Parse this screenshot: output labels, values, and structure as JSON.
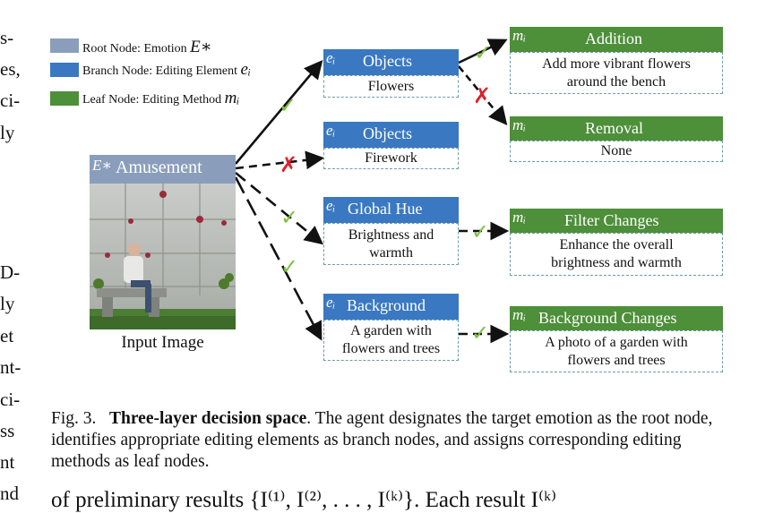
{
  "left_column": [
    "s-",
    "es,",
    "ci-",
    "ly",
    "D-",
    "ly",
    "et",
    "nt-",
    "ci-",
    "ss",
    "nt",
    "nd"
  ],
  "legend": [
    {
      "text": "Root Node: Emotion",
      "math": "E∗",
      "color": "#8a9ebb"
    },
    {
      "text": "Branch Node: Editing Element",
      "math": "eᵢ",
      "color": "#3a78c2"
    },
    {
      "text": "Leaf Node: Editing Method",
      "math": "mᵢ",
      "color": "#4e8f3a"
    }
  ],
  "root": {
    "symbol": "E∗",
    "label": "Amusement",
    "image_caption": "Input Image"
  },
  "branches": [
    {
      "symbol": "eᵢ",
      "label": "Objects",
      "content": "Flowers",
      "mark": "✓"
    },
    {
      "symbol": "eᵢ",
      "label": "Objects",
      "content": "Firework",
      "mark": "✗"
    },
    {
      "symbol": "eᵢ",
      "label": "Global Hue",
      "content": "Brightness and warmth",
      "mark": "✓"
    },
    {
      "symbol": "eᵢ",
      "label": "Background",
      "content": "A garden with flowers and trees",
      "mark": "✓"
    }
  ],
  "leaves": [
    {
      "symbol": "mᵢ",
      "label": "Addition",
      "content": "Add more vibrant flowers around the bench",
      "mark": "✓"
    },
    {
      "symbol": "mᵢ",
      "label": "Removal",
      "content": "None",
      "mark": "✗"
    },
    {
      "symbol": "mᵢ",
      "label": "Filter Changes",
      "content": "Enhance the overall brightness and warmth",
      "mark": "✓"
    },
    {
      "symbol": "mᵢ",
      "label": "Background Changes",
      "content": "A photo of a garden with flowers and trees",
      "mark": "✓"
    }
  ],
  "caption": {
    "fig": "Fig. 3.",
    "title": "Three-layer decision space",
    "text": ". The agent designates the target emotion as the root node, identifies appropriate editing elements as branch nodes, and assigns corresponding editing methods as leaf nodes."
  },
  "bottom_text": "of preliminary results {I⁽¹⁾, I⁽²⁾, . . . , I⁽ᵏ⁾}. Each result I⁽ᵏ⁾"
}
